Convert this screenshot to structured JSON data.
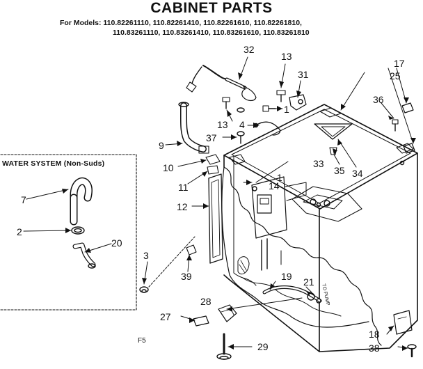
{
  "title": "CABINET PARTS",
  "models": {
    "line1": "For Models: 110.82261110, 110.82261410, 110.82261610, 110.82261810,",
    "line2": "110.83261110, 110.83261410, 110.83261610, 110.83261810"
  },
  "water_system_label": "WATER SYSTEM (Non-Suds)",
  "figure_code": "F5",
  "pump_label": "TO PUMP",
  "callouts": {
    "n1a": "1",
    "n1b": "1",
    "n2": "2",
    "n3": "3",
    "n4": "4",
    "n7": "7",
    "n9": "9",
    "n10": "10",
    "n11": "11",
    "n12": "12",
    "n13a": "13",
    "n13b": "13",
    "n14": "14",
    "n17": "17",
    "n18": "18",
    "n19": "19",
    "n20": "20",
    "n21": "21",
    "n25": "25",
    "n27": "27",
    "n28": "28",
    "n29": "29",
    "n31": "31",
    "n32": "32",
    "n33": "33",
    "n34": "34",
    "n35": "35",
    "n36": "36",
    "n37": "37",
    "n38": "38",
    "n39": "39"
  }
}
